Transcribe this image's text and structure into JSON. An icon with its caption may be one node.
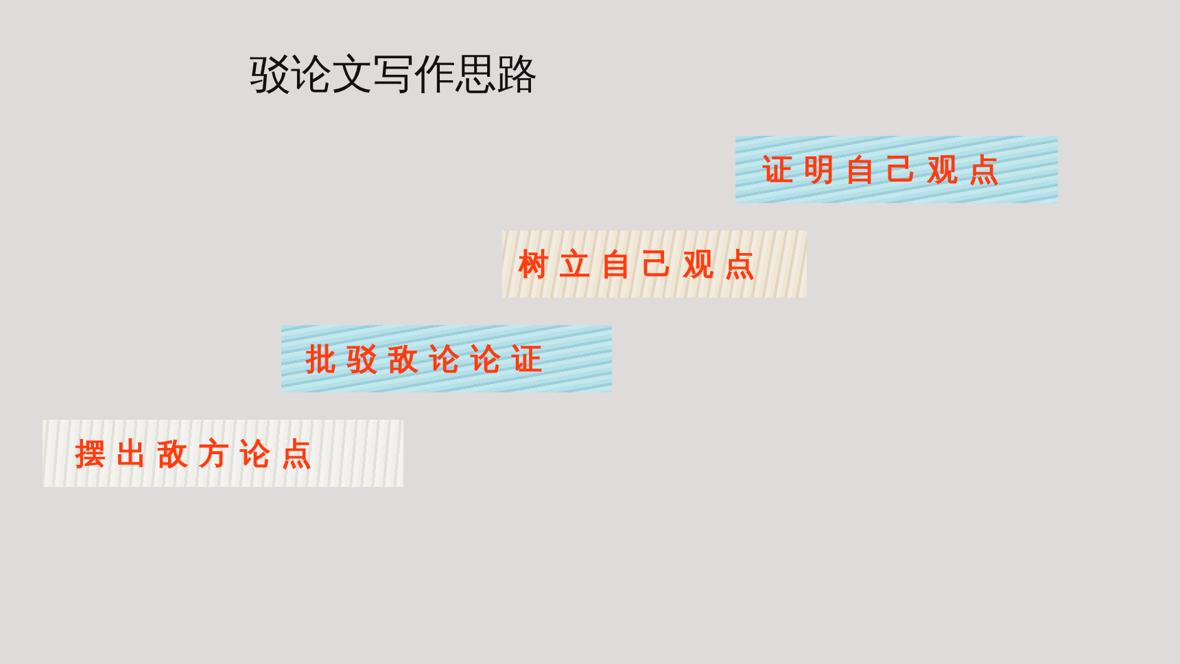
{
  "diagram": {
    "title": "驳论文写作思路",
    "nodes": [
      {
        "text": [
          "证明自己观点"
        ]
      },
      {
        "text": [
          "树立自己观点"
        ]
      },
      {
        "text": [
          "批驳敌论论证"
        ]
      },
      {
        "text": [
          "摆出敌方论点"
        ]
      }
    ]
  }
}
